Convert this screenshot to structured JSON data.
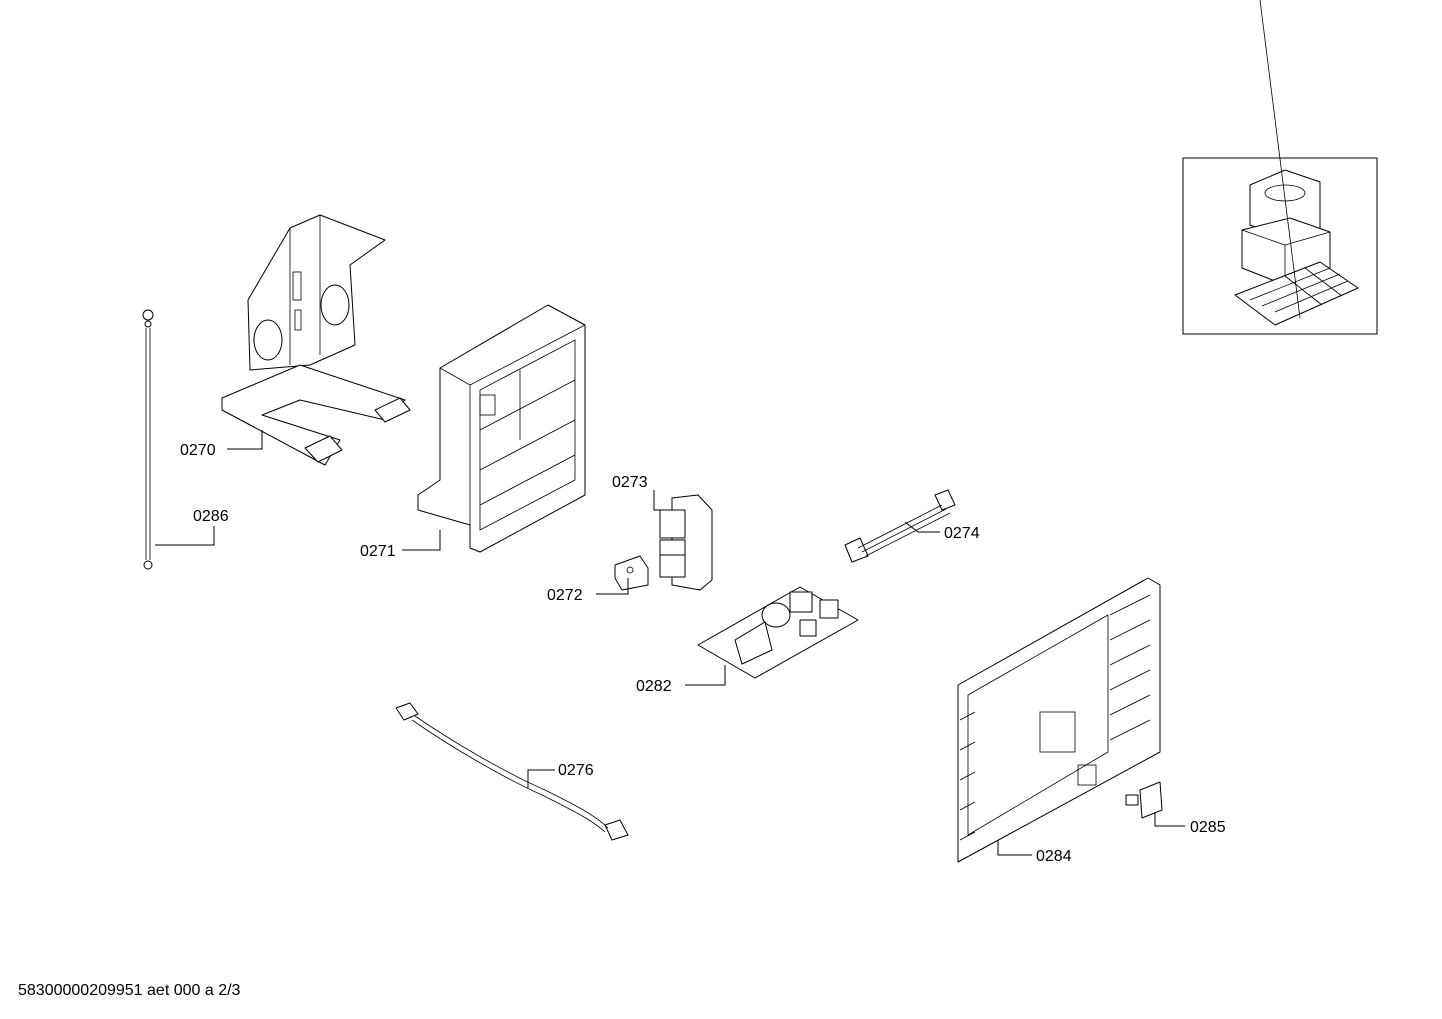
{
  "diagram": {
    "parts": [
      {
        "id": "0270",
        "label": "0270",
        "icon": "mounting-bracket-icon"
      },
      {
        "id": "0286",
        "label": "0286",
        "icon": "ground-wire-icon"
      },
      {
        "id": "0271",
        "label": "0271",
        "icon": "electronics-housing-icon"
      },
      {
        "id": "0273",
        "label": "0273",
        "icon": "relay-board-icon"
      },
      {
        "id": "0272",
        "label": "0272",
        "icon": "clip-icon"
      },
      {
        "id": "0274",
        "label": "0274",
        "icon": "ribbon-cable-icon"
      },
      {
        "id": "0282",
        "label": "0282",
        "icon": "power-module-icon"
      },
      {
        "id": "0276",
        "label": "0276",
        "icon": "cable-harness-icon"
      },
      {
        "id": "0284",
        "label": "0284",
        "icon": "cover-panel-icon"
      },
      {
        "id": "0285",
        "label": "0285",
        "icon": "cover-clip-icon"
      }
    ],
    "overview_icon": "assembly-overview-icon"
  },
  "footer": {
    "document_id": "58300000209951 aet 000 a 2/3"
  }
}
